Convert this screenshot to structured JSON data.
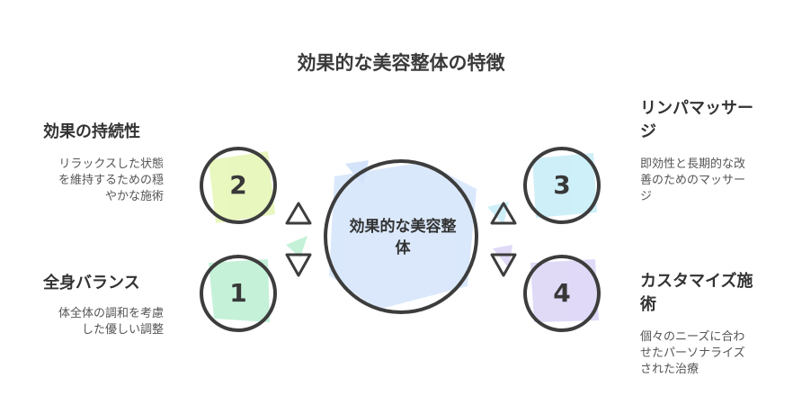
{
  "title": "効果的な美容整体の特徴",
  "center": {
    "label_line1": "効果的な美容整",
    "label_line2": "体"
  },
  "features": [
    {
      "number": "2",
      "title": "効果の持続性",
      "desc_lines": [
        "リラックスした状態",
        "を維持するための穏",
        "やかな施術"
      ]
    },
    {
      "number": "1",
      "title": "全身バランス",
      "desc_lines": [
        "体全体の調和を考慮",
        "した優しい調整"
      ]
    },
    {
      "number": "3",
      "title_lines": [
        "リンパマッサー",
        "ジ"
      ],
      "desc_lines": [
        "即効性と長期的な改",
        "善のためのマッサー",
        "ジ"
      ]
    },
    {
      "number": "4",
      "title_lines": [
        "カスタマイズ施",
        "術"
      ],
      "desc_lines": [
        "個々のニーズに合わ",
        "せたパーソナライズ",
        "された治療"
      ]
    }
  ],
  "colors": {
    "circle2": "#e6f7b8",
    "circle1": "#bff0d4",
    "circle3": "#c9eef8",
    "circle4": "#ddd6f7",
    "center": "#d7e6fb",
    "outline": "#3d3d3d"
  }
}
